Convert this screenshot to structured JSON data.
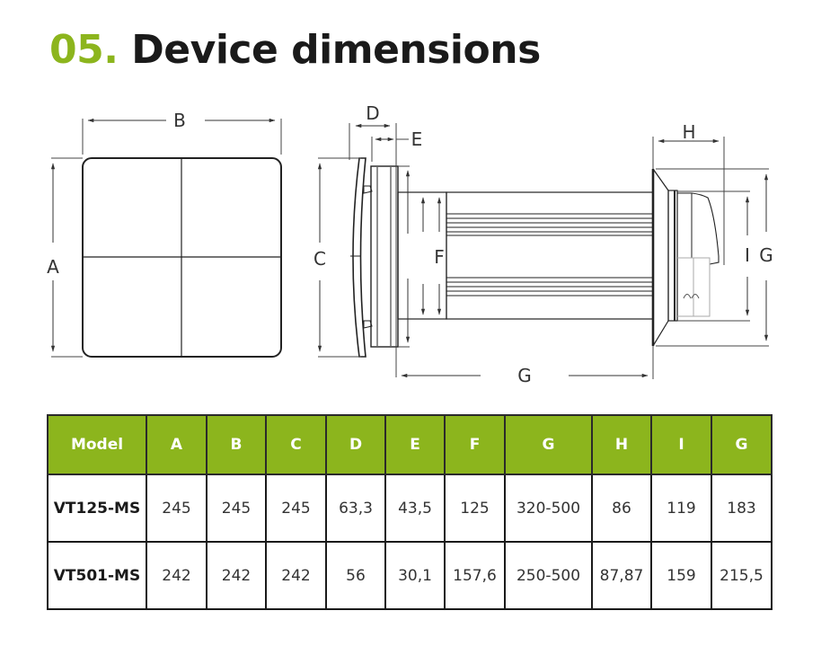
{
  "title": {
    "number": "05.",
    "text": "Device dimensions"
  },
  "drawing": {
    "front_view": {
      "labels": {
        "width": "B",
        "height": "A"
      }
    },
    "side_view": {
      "labels": {
        "c": "C",
        "d": "D",
        "e": "E",
        "f": "F",
        "g_length": "G",
        "h": "H",
        "i": "I",
        "g_outer": "G"
      }
    }
  },
  "table": {
    "headers": [
      "Model",
      "A",
      "B",
      "C",
      "D",
      "E",
      "F",
      "G",
      "H",
      "I",
      "G"
    ],
    "rows": [
      [
        "VT125-MS",
        "245",
        "245",
        "245",
        "63,3",
        "43,5",
        "125",
        "320-500",
        "86",
        "119",
        "183"
      ],
      [
        "VT501-MS",
        "242",
        "242",
        "242",
        "56",
        "30,1",
        "157,6",
        "250-500",
        "87,87",
        "159",
        "215,5"
      ]
    ]
  },
  "colors": {
    "accent": "#8cb51d",
    "text": "#1a1a1a",
    "header_text": "#ffffff"
  }
}
